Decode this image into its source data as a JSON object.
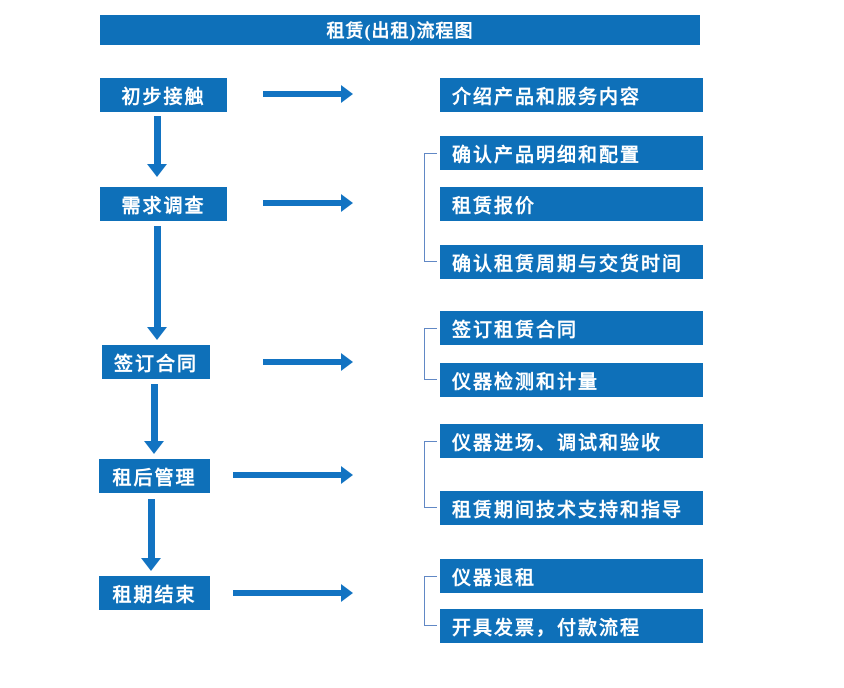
{
  "title": "租赁(出租)流程图",
  "colors": {
    "box_fill": "#0e70b9",
    "arrow": "#1273c2",
    "bracket": "#6188c5",
    "text": "#ffffff",
    "background": "#ffffff"
  },
  "left_steps": [
    {
      "label": "初步接触"
    },
    {
      "label": "需求调查"
    },
    {
      "label": "签订合同"
    },
    {
      "label": "租后管理"
    },
    {
      "label": "租期结束"
    }
  ],
  "right_boxes": [
    {
      "label": "介绍产品和服务内容"
    },
    {
      "label": "确认产品明细和配置"
    },
    {
      "label": "租赁报价"
    },
    {
      "label": "确认租赁周期与交货时间"
    },
    {
      "label": "签订租赁合同"
    },
    {
      "label": "仪器检测和计量"
    },
    {
      "label": "仪器进场、调试和验收"
    },
    {
      "label": "租赁期间技术支持和指导"
    },
    {
      "label": "仪器退租"
    },
    {
      "label": "开具发票，付款流程"
    }
  ]
}
